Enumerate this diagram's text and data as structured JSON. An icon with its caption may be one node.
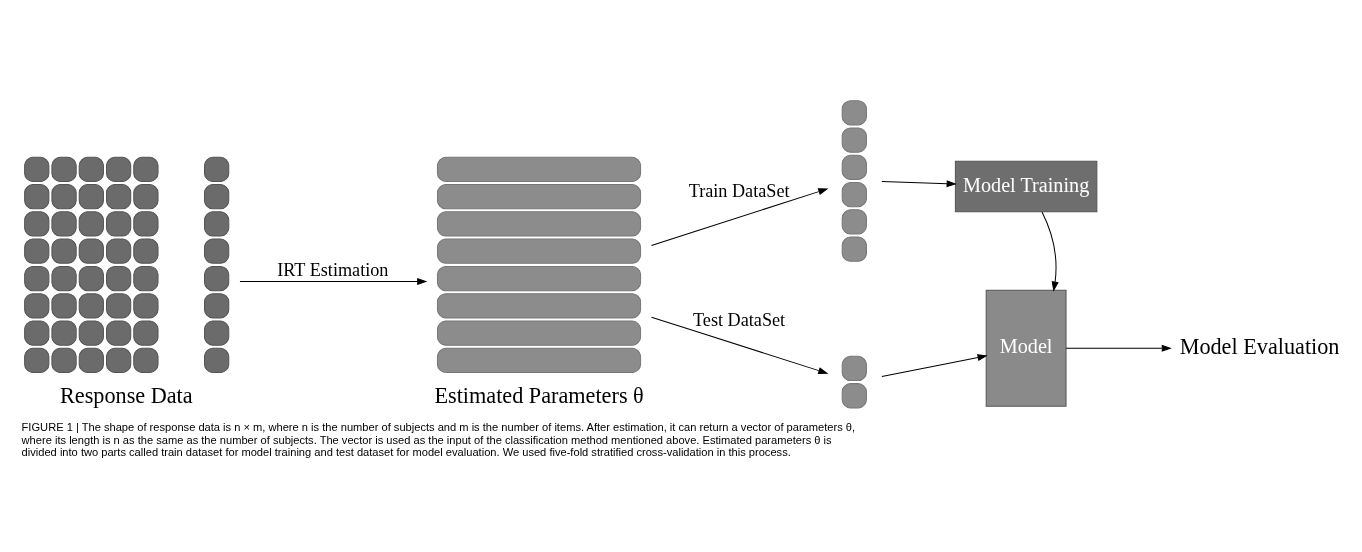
{
  "diagram": {
    "caption": "FIGURE 1 | The shape of response data is n × m, where n is the number of subjects and m is the number of items. After estimation, it can return a vector of parameters θ, where its length is n as the same as the number of subjects. The vector is used as the input of the classification method mentioned above. Estimated parameters θ is divided into two parts called train dataset for model training and test dataset for model evaluation. We used five-fold stratified cross-validation in this process.",
    "nodes": [
      {
        "text": [],
        "shape": "grid",
        "beside": [
          "Response Data"
        ]
      },
      {
        "text": [],
        "shape": "bar",
        "beside": [
          "Estimated Parameters θ"
        ]
      },
      {
        "text": [],
        "shape": "bar"
      },
      {
        "text": [],
        "shape": "bar"
      },
      {
        "text": [
          "Model Training"
        ]
      },
      {
        "text": [
          "Model"
        ]
      },
      {
        "text": [
          "Model Evaluation"
        ]
      }
    ],
    "edges": [
      {
        "from": 0,
        "to": 1,
        "arrow": "to",
        "label": "IRT Estimation"
      },
      {
        "from": 1,
        "to": 2,
        "arrow": "to",
        "label": "Train DataSet"
      },
      {
        "from": 1,
        "to": 3,
        "arrow": "to",
        "label": "Test DataSet"
      },
      {
        "from": 2,
        "to": 4,
        "arrow": "to"
      },
      {
        "from": 4,
        "to": 5,
        "arrow": "to"
      },
      {
        "from": 3,
        "to": 5,
        "arrow": "to"
      },
      {
        "from": 5,
        "to": 6,
        "arrow": "to"
      }
    ]
  }
}
